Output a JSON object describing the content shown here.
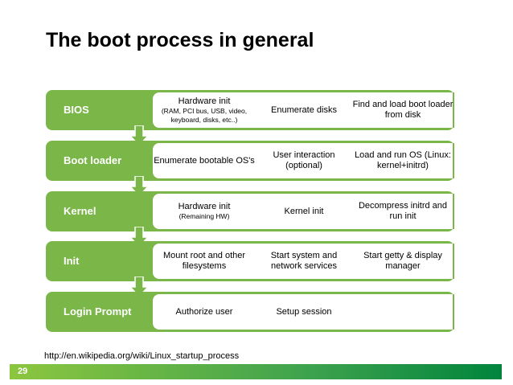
{
  "title": "The boot process in general",
  "rows": [
    {
      "label": "BIOS",
      "cells": [
        {
          "main": "Hardware init",
          "sub": "(RAM, PCI bus, USB, video, keyboard, disks, etc..)"
        },
        {
          "main": "Enumerate disks",
          "sub": ""
        },
        {
          "main": "Find and load boot loader from disk",
          "sub": ""
        }
      ]
    },
    {
      "label": "Boot loader",
      "cells": [
        {
          "main": "Enumerate bootable OS's",
          "sub": ""
        },
        {
          "main": "User interaction (optional)",
          "sub": ""
        },
        {
          "main": "Load and run OS (Linux: kernel+initrd)",
          "sub": ""
        }
      ]
    },
    {
      "label": "Kernel",
      "cells": [
        {
          "main": "Hardware init",
          "sub": "(Remaining HW)"
        },
        {
          "main": "Kernel init",
          "sub": ""
        },
        {
          "main": "Decompress initrd and run init",
          "sub": ""
        }
      ]
    },
    {
      "label": "Init",
      "cells": [
        {
          "main": "Mount root and other filesystems",
          "sub": ""
        },
        {
          "main": "Start system and network services",
          "sub": ""
        },
        {
          "main": "Start getty & display manager",
          "sub": ""
        }
      ]
    },
    {
      "label": "Login Prompt",
      "cells": [
        {
          "main": "Authorize user",
          "sub": ""
        },
        {
          "main": "Setup session",
          "sub": ""
        },
        {
          "main": "",
          "sub": ""
        }
      ]
    }
  ],
  "source_url": "http://en.wikipedia.org/wiki/Linux_startup_process",
  "page_number": "29",
  "colors": {
    "green": "#7ab648",
    "footer_start": "#8cc63f",
    "footer_end": "#00843d"
  }
}
